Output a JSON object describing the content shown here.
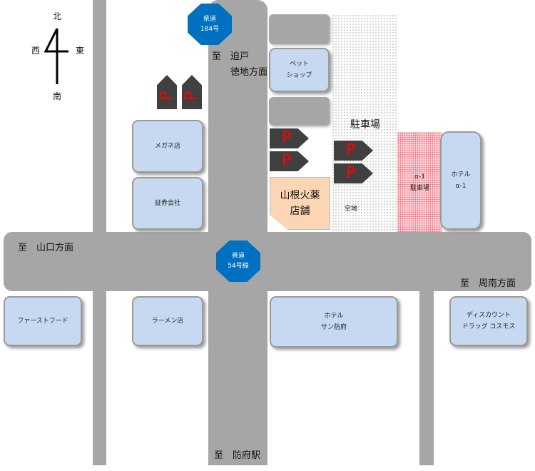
{
  "compass": {
    "north": "北",
    "south": "南",
    "east": "東",
    "west": "西"
  },
  "signs": {
    "route184": {
      "line1": "県道",
      "line2": "184号"
    },
    "route54": {
      "line1": "県道",
      "line2": "54号線"
    }
  },
  "directions": {
    "north_a": "至　迫戸",
    "north_b": "徳地方面",
    "west": "至　山口方面",
    "east": "至　周南方面",
    "south": "至　防府駅"
  },
  "buildings": {
    "pet": "ペット\nショップ",
    "glasses": "メガネ店",
    "securities": "証券会社",
    "yamane": "山根火薬\n店舗",
    "hotel_alpha": "ホテル\nα-1",
    "alpha_parking": "α-1\n駐車場",
    "fastfood": "ファーストフード",
    "ramen": "ラーメン店",
    "hotel_sun": "ホテル\nサン防府",
    "discount": "ディスカウント\nドラッグ コスモス"
  },
  "parking": {
    "label": "駐車場",
    "vacant": "空地",
    "p": "P"
  }
}
